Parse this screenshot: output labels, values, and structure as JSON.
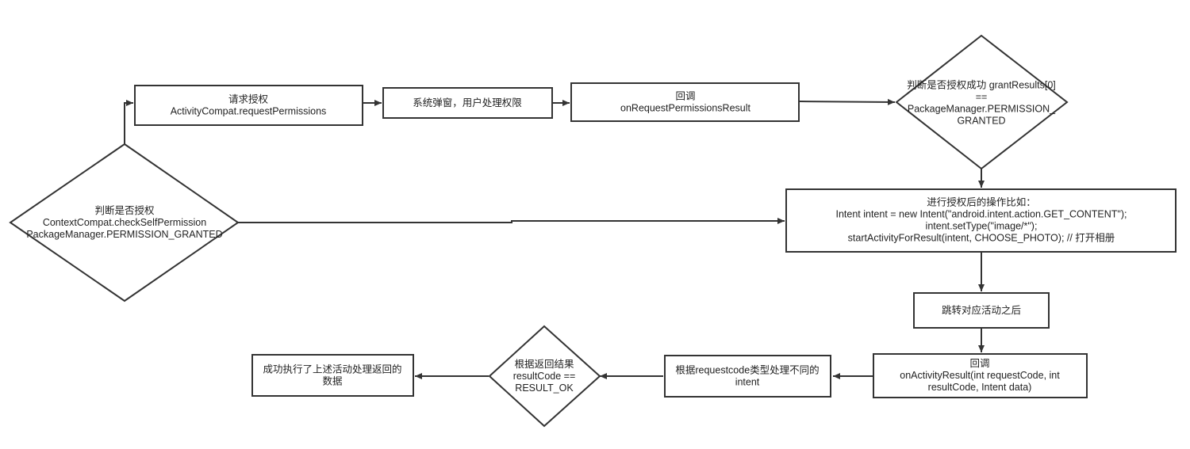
{
  "diagram": {
    "nodes": {
      "check_permission": {
        "lines": [
          "判断是否授权",
          "ContextCompat.checkSelfPermission",
          "PackageManager.PERMISSION_GRANTED"
        ]
      },
      "request_permission": {
        "lines": [
          "请求授权",
          "ActivityCompat.requestPermissions"
        ]
      },
      "system_dialog": {
        "lines": [
          "系统弹窗，用户处理权限"
        ]
      },
      "callback_permissions": {
        "lines": [
          "回调",
          "onRequestPermissionsResult"
        ]
      },
      "check_granted": {
        "lines": [
          "判断是否授权成功 grantResults[0]",
          "==",
          "PackageManager.PERMISSION_",
          "GRANTED"
        ]
      },
      "after_grant": {
        "lines": [
          "进行授权后的操作比如：",
          "Intent intent = new Intent(\"android.intent.action.GET_CONTENT\");",
          "intent.setType(\"image/*\");",
          "startActivityForResult(intent, CHOOSE_PHOTO); // 打开相册"
        ]
      },
      "jump_activity": {
        "lines": [
          "跳转对应活动之后"
        ]
      },
      "callback_activity": {
        "lines": [
          "回调",
          "onActivityResult(int requestCode, int",
          "resultCode, Intent data)"
        ]
      },
      "handle_requestcode": {
        "lines": [
          "根据requestcode类型处理不同的",
          "intent"
        ]
      },
      "check_result": {
        "lines": [
          "根据返回结果",
          "resultCode ==",
          "RESULT_OK"
        ]
      },
      "success": {
        "lines": [
          "成功执行了上述活动处理返回的",
          "数据"
        ]
      }
    }
  }
}
